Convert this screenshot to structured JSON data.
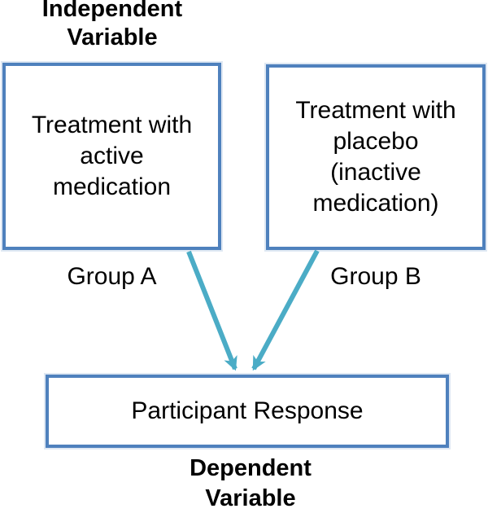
{
  "diagram": {
    "colors": {
      "background": "#ffffff",
      "box_border": "#4f81bd",
      "arrow": "#4bacc6",
      "text": "#000000"
    },
    "independent_variable": {
      "label": "Independent\nVariable"
    },
    "treatment_active_box": {
      "label": "Treatment with\nactive\nmedication"
    },
    "treatment_placebo_box": {
      "label": "Treatment with\nplacebo\n(inactive\nmedication)"
    },
    "group_a": {
      "label": "Group A"
    },
    "group_b": {
      "label": "Group B"
    },
    "participant_response_box": {
      "label": "Participant Response"
    },
    "dependent_variable": {
      "label": "Dependent\nVariable"
    }
  }
}
